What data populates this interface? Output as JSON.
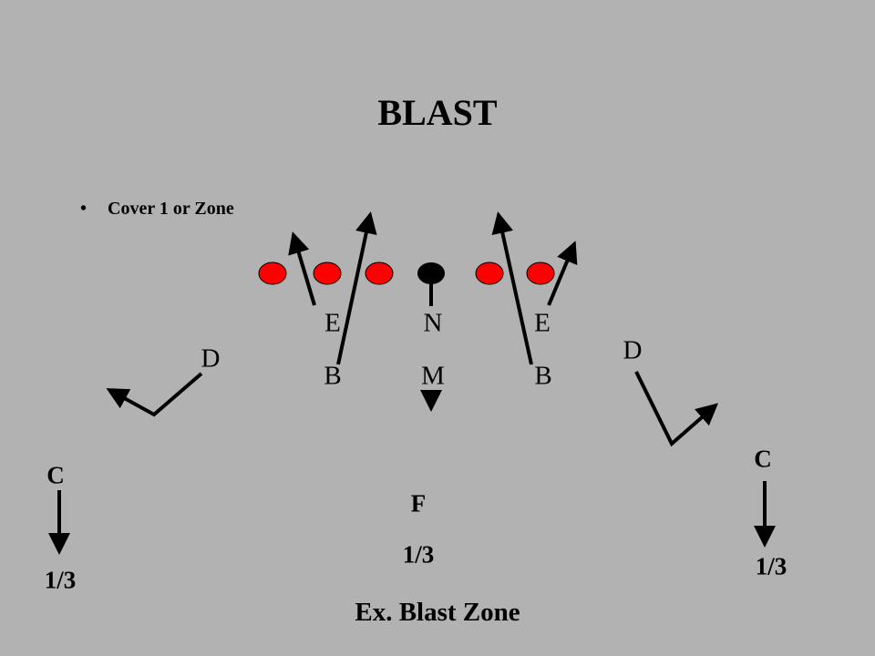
{
  "slide": {
    "title": "BLAST",
    "bullet": "Cover 1 or Zone",
    "footer": "Ex. Blast Zone"
  },
  "players": {
    "defensive_end_left": "E",
    "nose": "N",
    "defensive_end_right": "E",
    "linebacker_left": "B",
    "mike": "M",
    "linebacker_right": "B",
    "defensive_back_left": "D",
    "defensive_back_right": "D",
    "corner_left": "C",
    "corner_right": "C",
    "free_safety": "F"
  },
  "zones": {
    "left": "1/3",
    "middle": "1/3",
    "right": "1/3"
  },
  "colors": {
    "background": "#b2b2b2",
    "offensive_lineman": "#ff0000",
    "center": "#000000",
    "arrow": "#000000"
  }
}
